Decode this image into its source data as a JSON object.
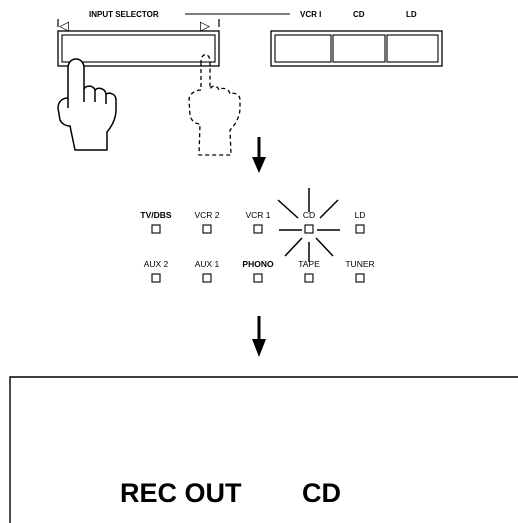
{
  "panel": {
    "input_selector_label": "INPUT SELECTOR",
    "left_arrow": "◁",
    "right_arrow": "▷",
    "direct_buttons": [
      "VCR I",
      "CD",
      "LD"
    ]
  },
  "indicators": {
    "row1": [
      {
        "label": "TV/DBS",
        "bold": true
      },
      {
        "label": "VCR 2",
        "bold": false
      },
      {
        "label": "VCR 1",
        "bold": false
      },
      {
        "label": "CD",
        "bold": false,
        "active": true
      },
      {
        "label": "LD",
        "bold": false
      }
    ],
    "row2": [
      {
        "label": "AUX 2",
        "bold": false
      },
      {
        "label": "AUX 1",
        "bold": false
      },
      {
        "label": "PHONO",
        "bold": true
      },
      {
        "label": "TAPE",
        "bold": false
      },
      {
        "label": "TUNER",
        "bold": false
      }
    ]
  },
  "display": {
    "text_left": "REC OUT",
    "text_right": "CD"
  }
}
